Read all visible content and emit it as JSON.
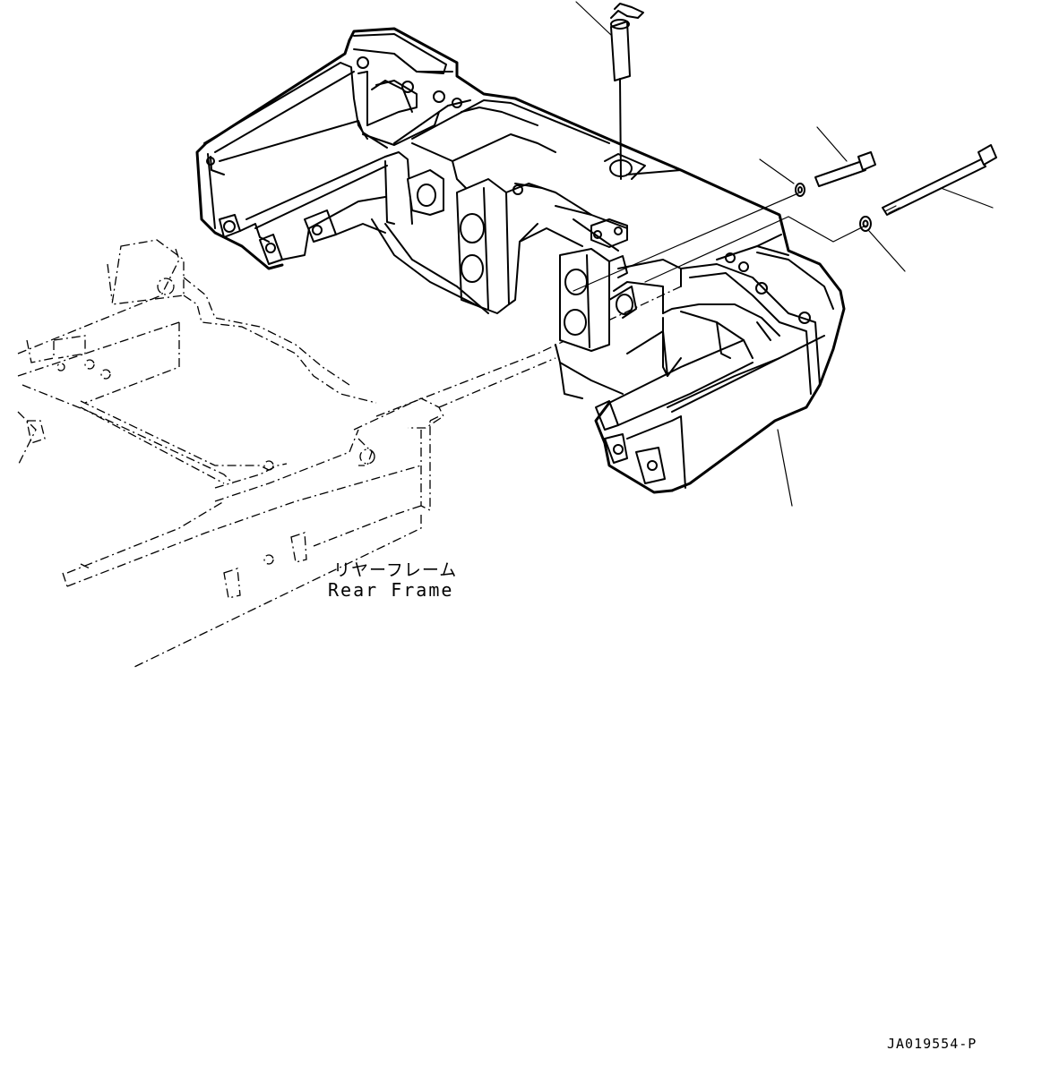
{
  "labels": {
    "rear_frame_jp": "リヤーフレーム",
    "rear_frame_en": "Rear Frame"
  },
  "drawing_code": "JA019554-P",
  "colors": {
    "line": "#000000",
    "background": "#ffffff"
  }
}
